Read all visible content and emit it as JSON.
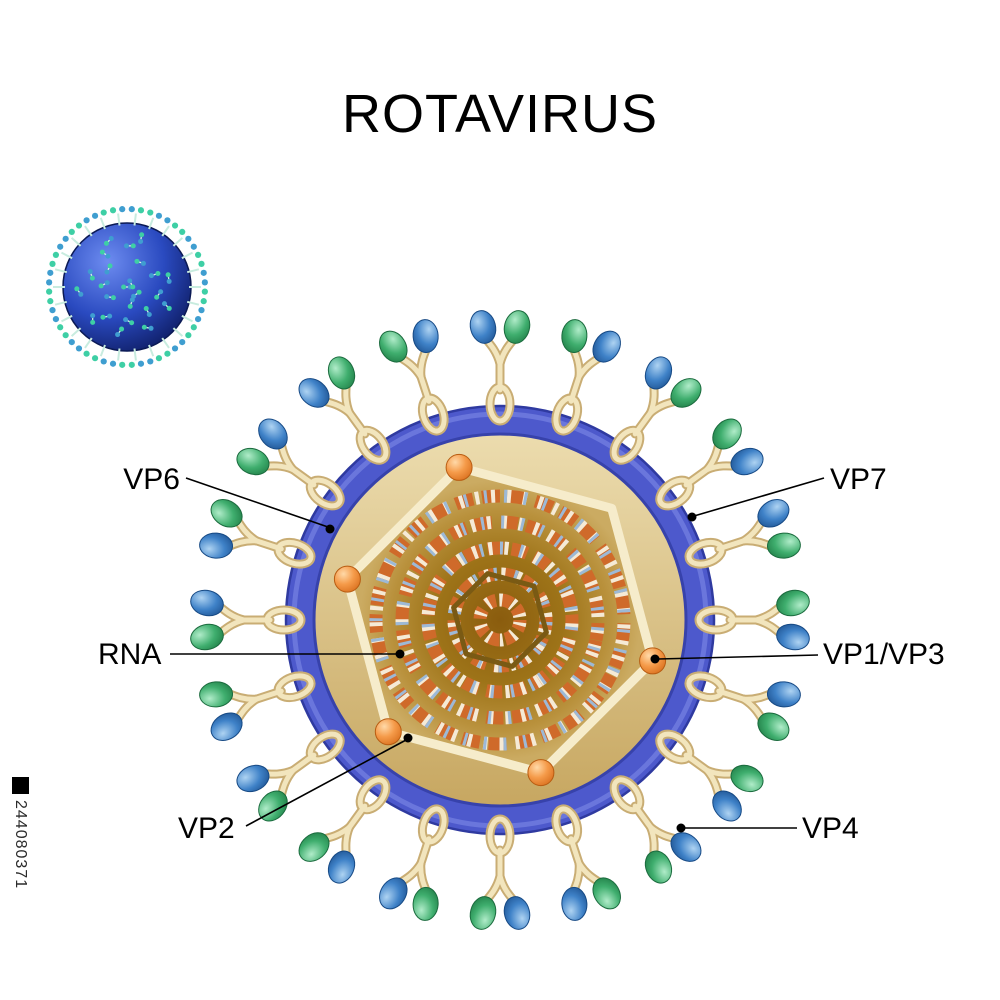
{
  "title": "ROTAVIRUS",
  "labels": {
    "vp6": "VP6",
    "vp7": "VP7",
    "rna": "RNA",
    "vp1vp3": "VP1/VP3",
    "vp2": "VP2",
    "vp4": "VP4"
  },
  "watermark": {
    "id": "244080371"
  },
  "colors": {
    "outer_capsid_blue": "#4d59cc",
    "capsid_ring_edge": "#3742ab",
    "inner_capsid_tan": "#d2ba7c",
    "capsid_line_cream": "#f6eccb",
    "core_dark_brown": "#8a5c0e",
    "rna_orange": "#cf6a2a",
    "spike_stalk_cream": "#f2e5bd",
    "spike_head_blue": "#2b6cb8",
    "spike_head_green": "#34a868",
    "vp1_vp3_orange": "#f59b4a",
    "mini_virion_blue": "#2a4ac0",
    "mini_spike_teal": "#3ecfa5"
  }
}
